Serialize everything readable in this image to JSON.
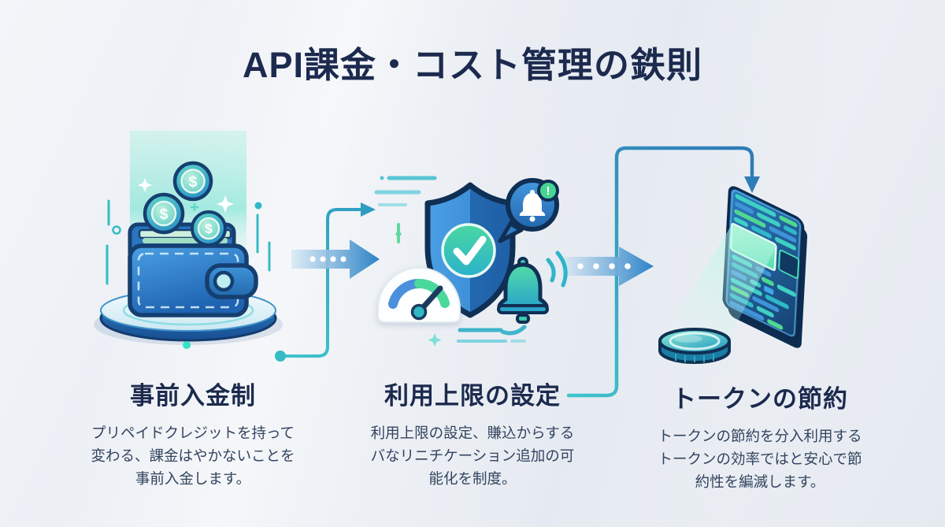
{
  "title": "API課金・コスト管理の鉄則",
  "sections": [
    {
      "id": "prepaid-deposit",
      "heading": "事前入金制",
      "lines": [
        "プリペイドクレジットを持って",
        "変わる、課金はやかないことを",
        "事前入金します。"
      ],
      "illustration": "wallet-with-coins-icon",
      "coin_symbol": "$"
    },
    {
      "id": "usage-limit",
      "heading": "利用上限の設定",
      "lines": [
        "利用上限の設定、賺込からする",
        "バなリニチケーション追加の可",
        "能化を制度。"
      ],
      "illustration": "shield-gauge-bell-icon",
      "alert_badge": "!"
    },
    {
      "id": "token-saving",
      "heading": "トークンの節約",
      "lines": [
        "トークンの節約を分入利用する",
        "トークンの効率ではと安心で節",
        "約性を編滅します。"
      ],
      "illustration": "ledger-beam-coin-icon"
    }
  ],
  "colors": {
    "title_navy": "#1c2a4e",
    "body_text": "#33445f",
    "accent_teal": "#35bcc5",
    "arrow_blue": "#2e86c8",
    "shield_blue": "#3f90da",
    "success_green": "#46d592",
    "background": "#edf0f4"
  }
}
